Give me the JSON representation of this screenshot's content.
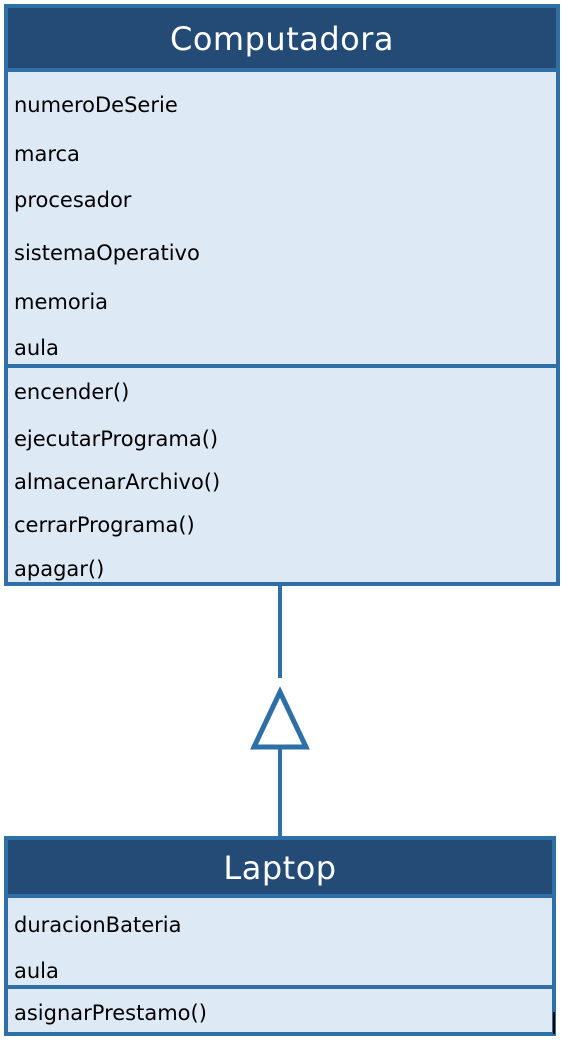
{
  "diagram": {
    "superclass": {
      "name": "Computadora",
      "attributes": [
        "numeroDeSerie",
        "marca",
        "procesador",
        "sistemaOperativo",
        "memoria",
        "aula"
      ],
      "methods": [
        "encender()",
        "ejecutarPrograma()",
        "almacenarArchivo()",
        "cerrarPrograma()",
        "apagar()"
      ]
    },
    "subclass": {
      "name": "Laptop",
      "attributes": [
        "duracionBateria",
        "aula"
      ],
      "methods": [
        "asignarPrestamo()"
      ]
    },
    "relationship": "inheritance",
    "colors": {
      "header_fill": "#234b75",
      "header_text": "#ffffff",
      "body_fill": "#dde9f5",
      "border": "#2e6fa6",
      "member_text": "#000000"
    }
  }
}
